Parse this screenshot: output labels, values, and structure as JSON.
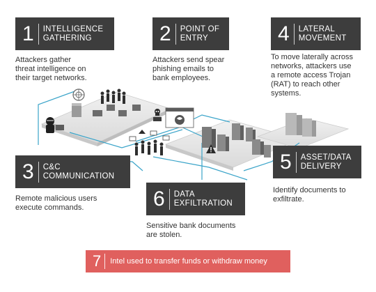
{
  "colors": {
    "box": "#3d3d3d",
    "accent": "#e0605e",
    "line": "#3aa4c9",
    "text": "#333333"
  },
  "steps": [
    {
      "num": "1",
      "title": "INTELLIGENCE\nGATHERING",
      "desc": "Attackers gather\nthreat intelligence on\ntheir target networks."
    },
    {
      "num": "2",
      "title": "POINT OF\nENTRY",
      "desc": "Attackers send spear\nphishing emails to\nbank employees."
    },
    {
      "num": "3",
      "title": "C&C\nCOMMUNICATION",
      "desc": "Remote malicious users\nexecute commands."
    },
    {
      "num": "4",
      "title": "LATERAL\nMOVEMENT",
      "desc": "To move laterally across\nnetworks, attackers use\na remote access Trojan\n(RAT) to reach other\nsystems."
    },
    {
      "num": "5",
      "title": "ASSET/DATA\nDELIVERY",
      "desc": "Identify documents to\nexfiltrate."
    },
    {
      "num": "6",
      "title": "DATA\nEXFILTRATION",
      "desc": "Sensitive bank documents\nare stolen."
    }
  ],
  "final": {
    "num": "7",
    "text": "Intel used to transfer funds or withdraw money"
  },
  "icons": [
    "hacker-icon",
    "target-icon",
    "browser-window-icon",
    "skull-icon",
    "envelope-icon",
    "warning-icon",
    "server-icon",
    "person-icon"
  ]
}
